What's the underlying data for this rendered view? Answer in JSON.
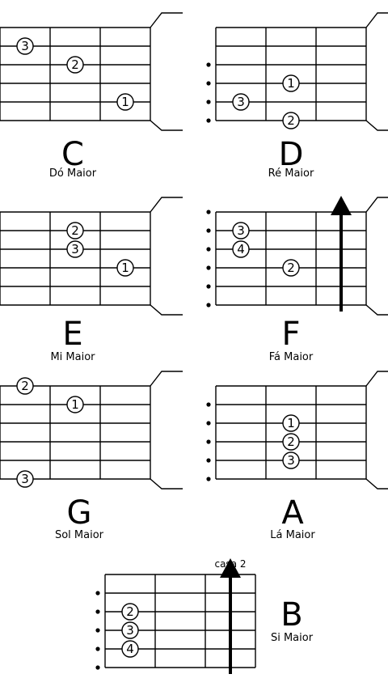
{
  "chords": [
    {
      "id": "c",
      "letter": "C",
      "name": "Dó Maior",
      "dots": [
        {
          "string": 1,
          "fret": 1,
          "finger": "3"
        },
        {
          "string": 2,
          "fret": 2,
          "finger": "2"
        },
        {
          "string": 4,
          "fret": 3,
          "finger": "1"
        }
      ],
      "string_markers": []
    },
    {
      "id": "d",
      "letter": "D",
      "name": "Ré Maior",
      "dots": [
        {
          "string": 3,
          "fret": 2,
          "finger": "1"
        },
        {
          "string": 4,
          "fret": 1,
          "finger": "3"
        },
        {
          "string": 5,
          "fret": 2,
          "finger": "2"
        }
      ],
      "string_markers": [
        2,
        3,
        4,
        5
      ]
    },
    {
      "id": "e",
      "letter": "E",
      "name": "Mi Maior",
      "dots": [
        {
          "string": 1,
          "fret": 2,
          "finger": "2"
        },
        {
          "string": 2,
          "fret": 2,
          "finger": "3"
        },
        {
          "string": 3,
          "fret": 3,
          "finger": "1"
        }
      ],
      "string_markers": []
    },
    {
      "id": "f",
      "letter": "F",
      "name": "Fá Maior",
      "dots": [
        {
          "string": 1,
          "fret": 1,
          "finger": "3"
        },
        {
          "string": 2,
          "fret": 1,
          "finger": "4"
        },
        {
          "string": 3,
          "fret": 2,
          "finger": "2"
        }
      ],
      "string_markers": [
        0,
        1,
        2,
        3,
        4,
        5
      ],
      "barre": true
    },
    {
      "id": "g",
      "letter": "G",
      "name": "Sol Maior",
      "dots": [
        {
          "string": 0,
          "fret": 1,
          "finger": "2"
        },
        {
          "string": 1,
          "fret": 2,
          "finger": "1"
        },
        {
          "string": 5,
          "fret": 1,
          "finger": "3"
        }
      ],
      "string_markers": []
    },
    {
      "id": "a",
      "letter": "A",
      "name": "Lá Maior",
      "dots": [
        {
          "string": 2,
          "fret": 2,
          "finger": "1"
        },
        {
          "string": 3,
          "fret": 2,
          "finger": "2"
        },
        {
          "string": 4,
          "fret": 2,
          "finger": "3"
        }
      ],
      "string_markers": [
        1,
        2,
        3,
        4,
        5
      ]
    },
    {
      "id": "b",
      "letter": "B",
      "name": "Si Maior",
      "dots": [
        {
          "string": 2,
          "fret": 1,
          "finger": "2"
        },
        {
          "string": 3,
          "fret": 1,
          "finger": "3"
        },
        {
          "string": 4,
          "fret": 1,
          "finger": "4"
        }
      ],
      "string_markers": [
        1,
        2,
        3,
        4,
        5
      ],
      "barre": true,
      "fret_label": "casa 2"
    }
  ]
}
